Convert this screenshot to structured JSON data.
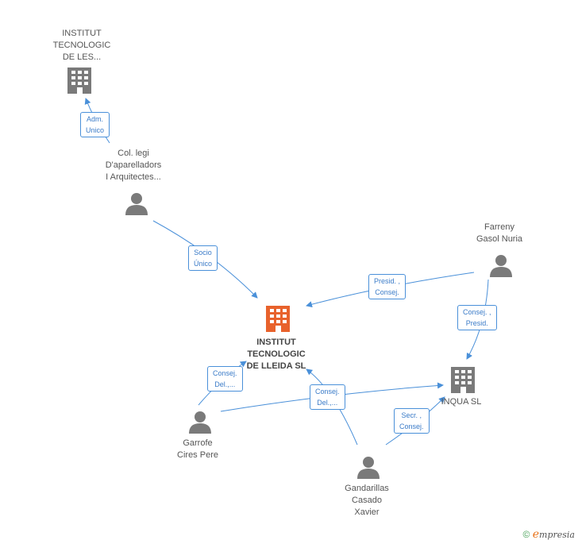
{
  "nodes": {
    "institut_les": {
      "label": "INSTITUT\nTECNOLOGIC\nDE LES...",
      "type": "company"
    },
    "col_legi": {
      "label": "Col. legi\nD'aparelladors\nI Arquitectes...",
      "type": "person"
    },
    "main": {
      "label": "INSTITUT\nTECNOLOGIC\nDE LLEIDA SL",
      "type": "company-main"
    },
    "farreny": {
      "label": "Farreny\nGasol Nuria",
      "type": "person"
    },
    "inqua": {
      "label": "INQUA SL",
      "type": "company"
    },
    "garrofe": {
      "label": "Garrofe\nCires Pere",
      "type": "person"
    },
    "gandarillas": {
      "label": "Gandarillas\nCasado\nXavier",
      "type": "person"
    }
  },
  "edges": {
    "adm_unico": "Adm.\nUnico",
    "socio_unico": "Socio\nÚnico",
    "presid_consej": "Presid. ,\nConsej.",
    "consej_presid": "Consej. ,\nPresid.",
    "consej_del_1": "Consej.\nDel.,...",
    "consej_del_2": "Consej.\nDel.,...",
    "secr_consej": "Secr. ,\nConsej."
  },
  "footer": {
    "copyright": "©",
    "brand_initial": "e",
    "brand_rest": "mpresia"
  },
  "colors": {
    "edge": "#4a90d9",
    "main_node": "#e8622c",
    "node": "#7a7a7a"
  }
}
